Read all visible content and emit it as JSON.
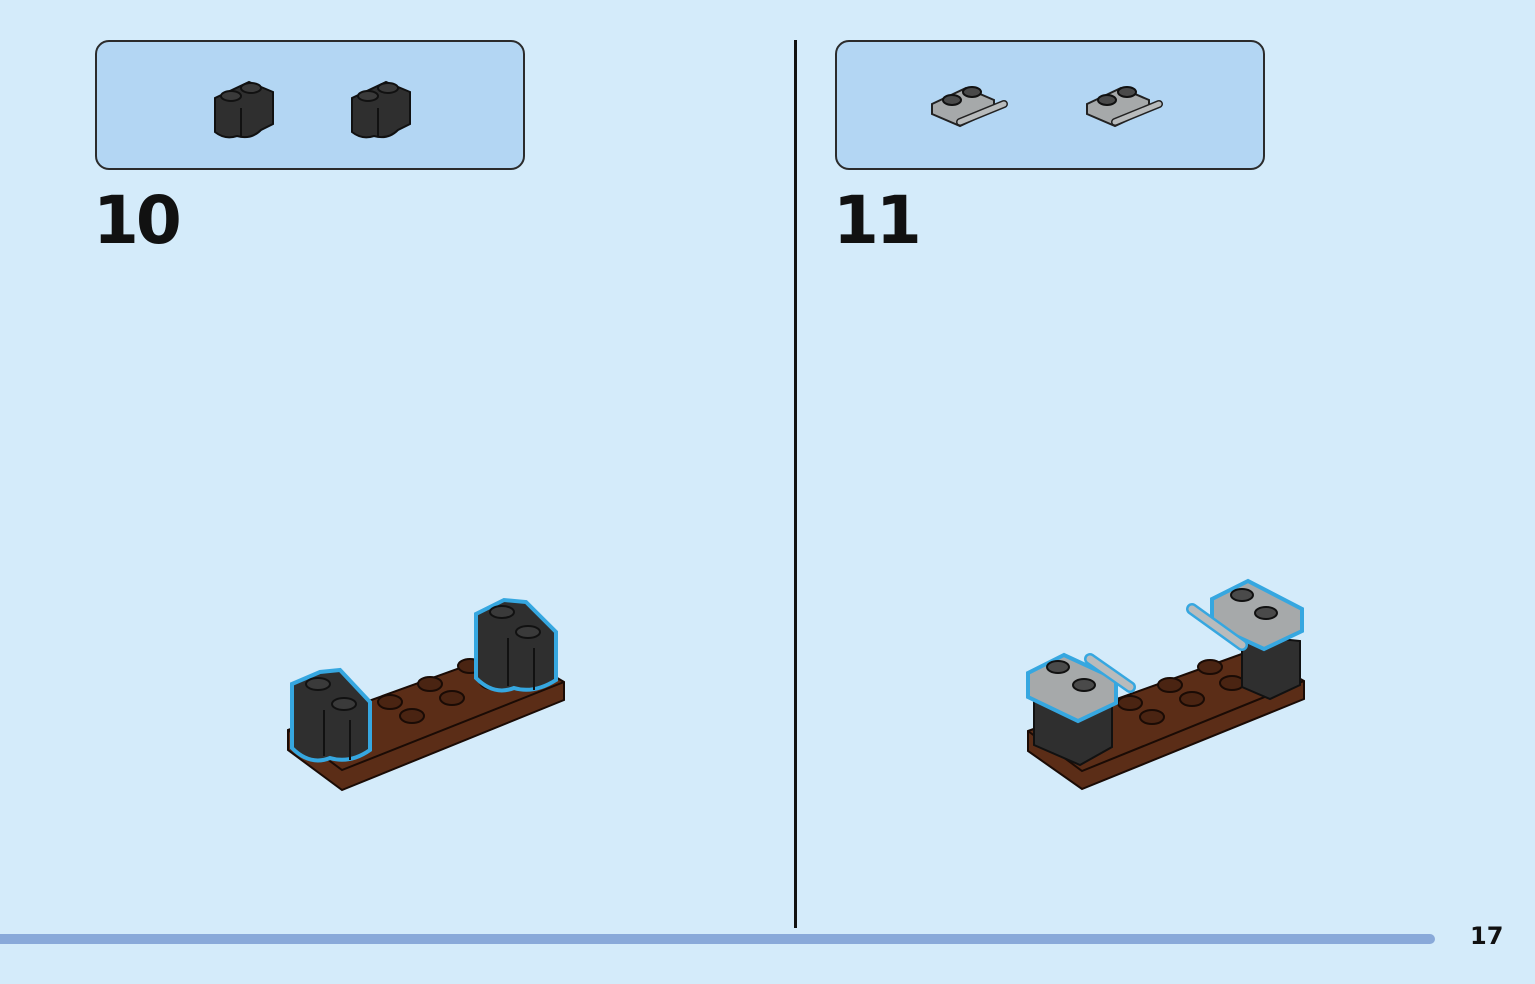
{
  "steps": [
    {
      "number": "10",
      "parts_callout": {
        "part_count": 2,
        "part_color": "#2d2d2d",
        "part_name": "black-brick-1x2-modified-icon"
      }
    },
    {
      "number": "11",
      "parts_callout": {
        "part_count": 2,
        "part_color": "#9fa2a3",
        "part_name": "gray-plate-handle-icon"
      }
    }
  ],
  "page_number": "17",
  "colors": {
    "background": "#d4ebfa",
    "callout_fill": "#b3d6f3",
    "highlight": "#36a7e0",
    "base_plate": "#5b2d17",
    "bottom_bar": "#89a9d9"
  }
}
